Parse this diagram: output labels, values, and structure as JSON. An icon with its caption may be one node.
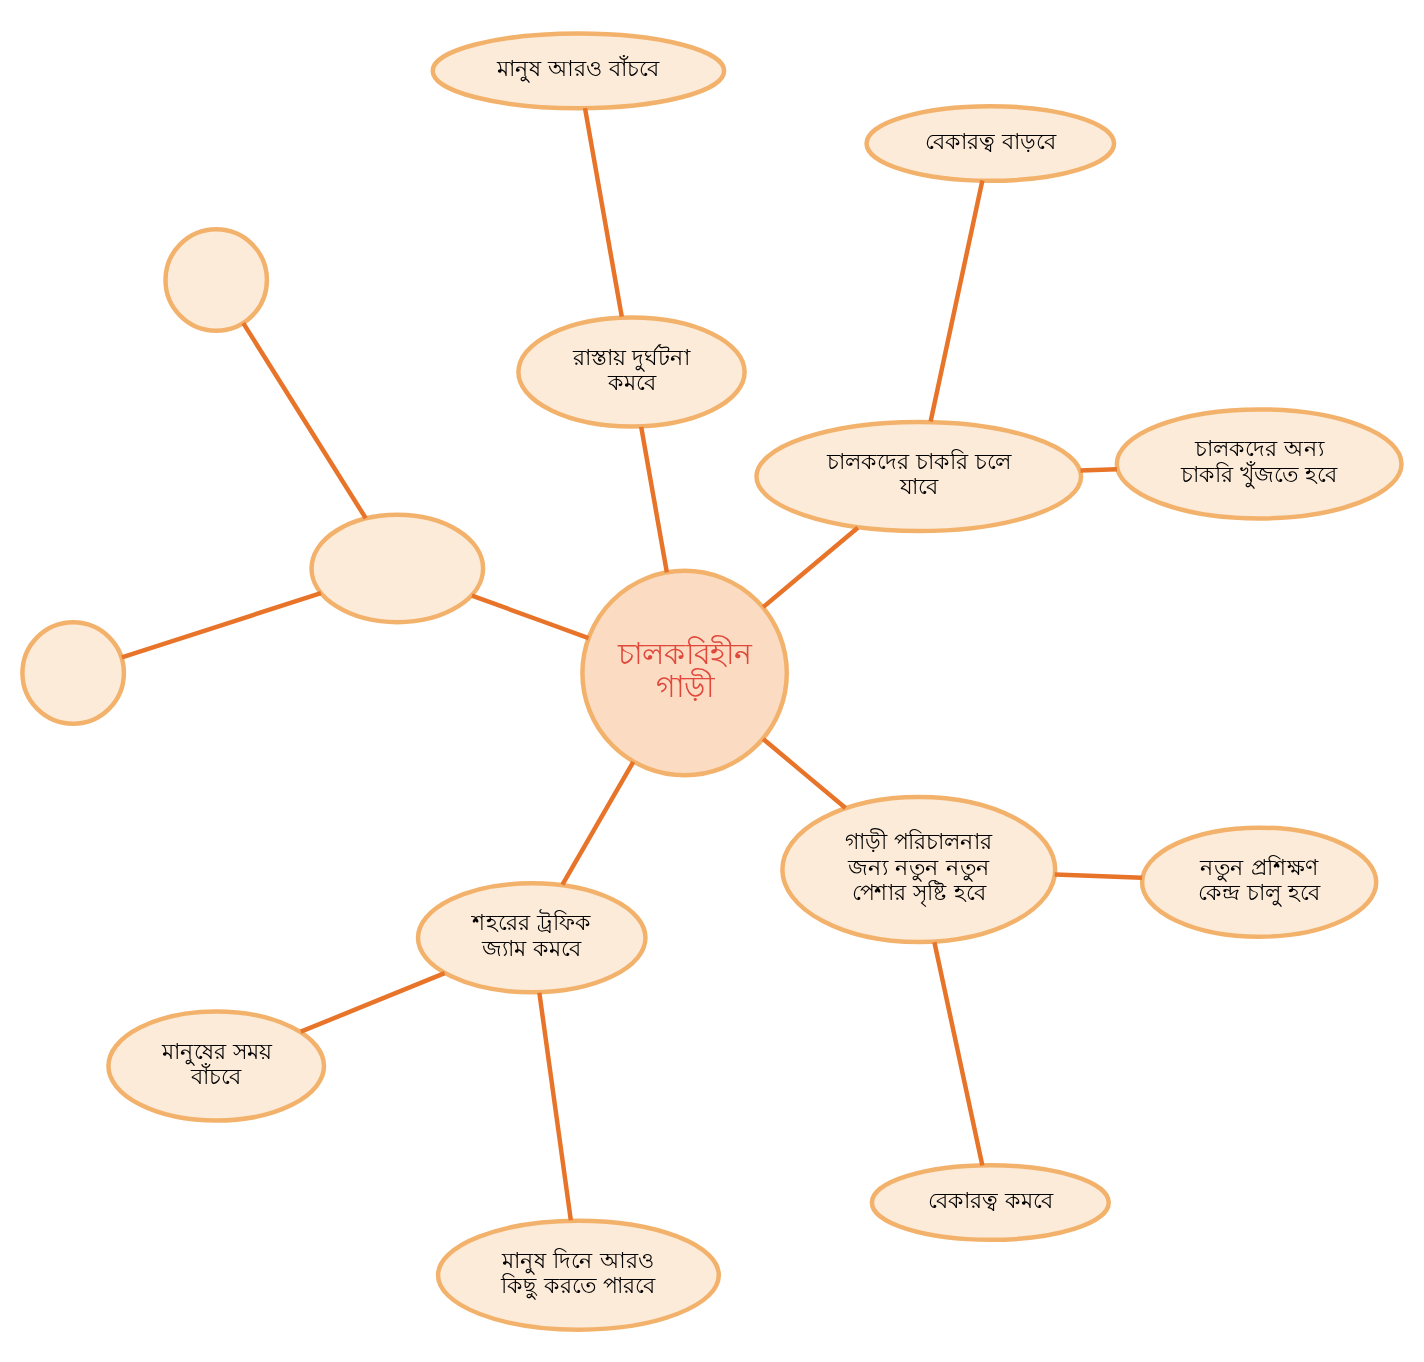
{
  "diagram": {
    "nodes": [
      {
        "text": [
          "মানুষ আরও বাঁচবে"
        ]
      },
      {
        "text": [
          "বেকারত্ব বাড়বে"
        ]
      },
      {
        "text": [
          "রাস্তায় দুর্ঘটনা কমবে"
        ]
      },
      {
        "text": [
          "চালকদের চাকরি চলে যাবে"
        ]
      },
      {
        "text": [],
        "shape": "circle"
      },
      {
        "text": [
          "চালকবিহীন গাড়ী"
        ]
      },
      {
        "text": [],
        "shape": "ellipse"
      },
      {
        "text": [
          "চালকদের অন্য চাকরি খুঁজতে হবে"
        ]
      },
      {
        "text": [],
        "shape": "circle"
      },
      {
        "text": [
          "শহরের ট্রফিক জ্যাম কমবে"
        ]
      },
      {
        "text": [
          "গাড়ী পরিচালনার জন্য নতুন নতুন পেশার সৃষ্টি হবে"
        ]
      },
      {
        "text": [
          "মানুষের সময় বাঁচবে"
        ]
      },
      {
        "text": [
          "নতুন প্রশিক্ষণ কেন্দ্র চালু হবে"
        ]
      },
      {
        "text": [
          "মানুষ দিনে আরও কিছু করতে পারবে"
        ]
      },
      {
        "text": [
          "বেকারত্ব কমবে"
        ]
      }
    ],
    "edges": [
      {
        "from": 5,
        "to": 3,
        "arrow": "none"
      },
      {
        "from": 3,
        "to": 7,
        "arrow": "none"
      },
      {
        "from": 3,
        "to": 1,
        "arrow": "none"
      },
      {
        "from": 5,
        "to": 2,
        "arrow": "none"
      },
      {
        "from": 2,
        "to": 0,
        "arrow": "none"
      },
      {
        "from": 5,
        "to": 6,
        "arrow": "none"
      },
      {
        "from": 6,
        "to": 4,
        "arrow": "none"
      },
      {
        "from": 6,
        "to": 8,
        "arrow": "none"
      },
      {
        "from": 5,
        "to": 9,
        "arrow": "none"
      },
      {
        "from": 9,
        "to": 11,
        "arrow": "none"
      },
      {
        "from": 9,
        "to": 13,
        "arrow": "none"
      },
      {
        "from": 5,
        "to": 10,
        "arrow": "none"
      },
      {
        "from": 10,
        "to": 14,
        "arrow": "none"
      },
      {
        "from": 10,
        "to": 12,
        "arrow": "none"
      }
    ]
  }
}
